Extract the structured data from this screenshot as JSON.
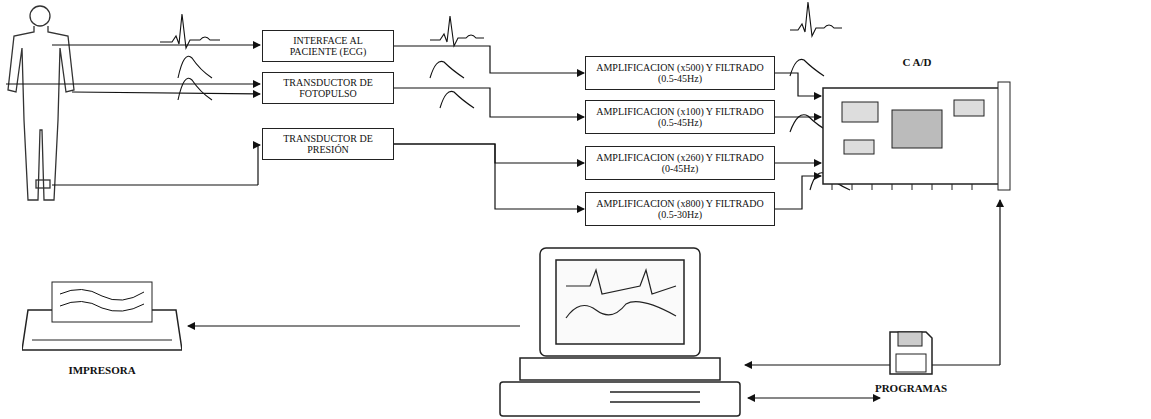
{
  "diagram": {
    "nodes": [
      {
        "text": [
          "INTERFACE AL PACIENTE (ECG)"
        ]
      },
      {
        "text": [
          "TRANSDUCTOR DE FOTOPULSO"
        ]
      },
      {
        "text": [
          "TRANSDUCTOR DE PRESIÓN"
        ]
      },
      {
        "text": [
          "AMPLIFICACION (x500) Y FILTRADO (0.5-45Hz)"
        ]
      },
      {
        "text": [
          "AMPLIFICACION (x100) Y FILTRADO (0.5-45Hz)"
        ]
      },
      {
        "text": [
          "AMPLIFICACION (x260) Y FILTRADO (0-45Hz)"
        ]
      },
      {
        "text": [
          "AMPLIFICACION (x800) Y FILTRADO (0.5-30Hz)"
        ]
      },
      {
        "text": [
          "C A/D"
        ]
      },
      {
        "text": [
          "IMPRESORA"
        ]
      },
      {
        "text": [
          "PROGRAMAS"
        ]
      }
    ],
    "edges": [
      {
        "from": 0,
        "to": 3,
        "arrow": "to"
      },
      {
        "from": 1,
        "to": 4,
        "arrow": "to"
      },
      {
        "from": 2,
        "to": 5,
        "arrow": "to"
      },
      {
        "from": 2,
        "to": 6,
        "arrow": "to"
      },
      {
        "from": 3,
        "to": 7,
        "arrow": "to"
      },
      {
        "from": 4,
        "to": 7,
        "arrow": "to"
      },
      {
        "from": 5,
        "to": 7,
        "arrow": "to"
      },
      {
        "from": 6,
        "to": 7,
        "arrow": "to"
      }
    ]
  }
}
